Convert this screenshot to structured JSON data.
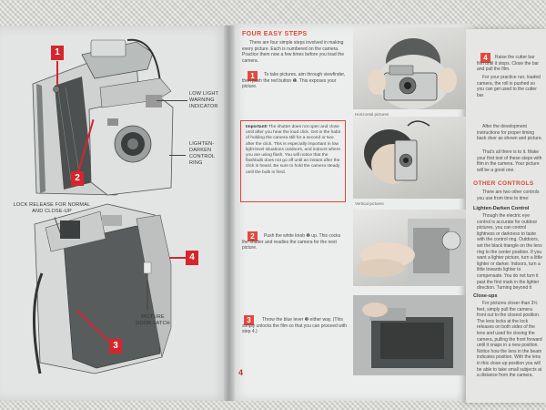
{
  "left_page": {
    "callouts": [
      {
        "number": "1"
      },
      {
        "number": "2"
      },
      {
        "number": "3"
      },
      {
        "number": "4"
      }
    ],
    "labels": {
      "low_light": "LOW LIGHT WARNING INDICATOR",
      "lighten_darken": "LIGHTEN-DARKEN CONTROL RING",
      "lock_release": "LOCK RELEASE FOR NORMAL AND CLOSE-UP",
      "picture_door": "PICTURE DOOR LATCH"
    }
  },
  "right_page": {
    "heading": "FOUR EASY STEPS",
    "intro": "There are four simple steps involved in making every picture. Each is numbered on the camera. Practice them now a few times before you load the camera.",
    "step1_number": "1",
    "step1": "To take pictures, aim through viewfinder, then push the red button ❶. This exposes your picture.",
    "important_title": "Important!",
    "important_body": "The shutter does not open and close until after you hear the loud click. Get in the habit of holding the camera still for a second or two after the click. This is especially important in low light-level situations outdoors, and indoors where you are using flash. You will notice that the flashbulb does not go off until an instant after the click is heard. Be sure to hold the camera steady until the bulb is fired.",
    "caption_horizontal": "Horizontal pictures",
    "caption_vertical": "Vertical pictures",
    "step2_number": "2",
    "step2": "Push the white knob ❷ up. This cocks the shutter and readies the camera for the next picture.",
    "step3_number": "3",
    "step3": "Throw the blue lever ❸ either way. (This simply unlocks the film so that you can proceed with step 4.)",
    "page_number": "4"
  },
  "far_page": {
    "step4_number": "4",
    "step4": "Raise the cutter bar film until it stops. Close the bar and pull the film.",
    "step4_more": "For your practice run, loaded camera, the roll is pushed so you can get used to the cutter bar.",
    "after_dev": "After the development instructions for proper timing back door as shown and picture.",
    "thats_all": "That's all there is to it. Make your first test of these steps with film in the camera. Your picture will be a good one.",
    "other_heading": "OTHER CONTROLS",
    "other_intro": "There are two other controls you use from time to time:",
    "ld_title": "Lighten-Darken Control",
    "ld_body": "Though the electric eye control is accurate for outdoor pictures, you can control lightness or darkness to taste with the control ring. Outdoors, set the black triangle on the lens ring to the center position. If you want a lighter picture, turn a little lighter or darker. Indoors, turn a little towards lighter to compensate. You do not turn it past the first mark in the lighter direction. Turning beyond it causes over-correct and cause pictures that are not much too light.",
    "closeup_title": "Close-ups",
    "closeup_body": "For pictures closer than 3½ feet, simply pull the camera front out to the closest position. The lens locks at the lock releases on both sides of the lens and used for closing the camera, pulling the front forward until it snaps in a new position. Notice how the lens in the beam indicates position. With the lens in this close-up position you will be able to take small subjects at a distance from the camera."
  },
  "colors": {
    "accent_red": "#d4262c",
    "heading_red": "#e0463a"
  }
}
